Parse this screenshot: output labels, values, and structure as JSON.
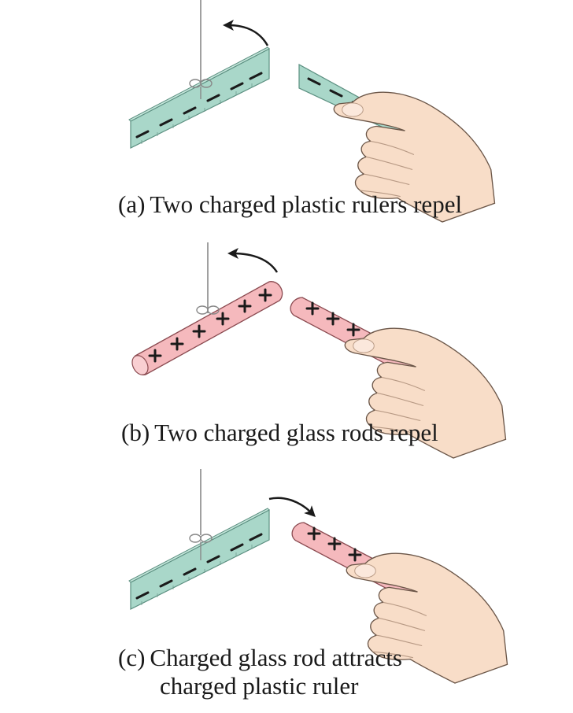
{
  "panels": [
    {
      "id": "a",
      "tag": "(a)",
      "caption": "Two charged plastic rulers repel",
      "left_object": "plastic-ruler",
      "left_charge": "-",
      "right_object": "plastic-ruler",
      "right_charge": "-",
      "interaction": "repel"
    },
    {
      "id": "b",
      "tag": "(b)",
      "caption": "Two charged glass rods repel",
      "left_object": "glass-rod",
      "left_charge": "+",
      "right_object": "glass-rod",
      "right_charge": "+",
      "interaction": "repel"
    },
    {
      "id": "c",
      "tag": "(c)",
      "caption_line1": "Charged glass rod attracts",
      "caption_line2": "charged plastic ruler",
      "left_object": "plastic-ruler",
      "left_charge": "-",
      "right_object": "glass-rod",
      "right_charge": "+",
      "interaction": "attract"
    }
  ],
  "colors": {
    "plastic_ruler": "#a9d7c9",
    "glass_rod": "#f5b9bd",
    "skin": "#f8ddc8",
    "outline": "#2a2a2a",
    "string": "#888888"
  },
  "icons": {
    "repel_arrow": "curved-arrow-left",
    "attract_arrow": "curved-arrow-right",
    "hand": "hand-icon"
  }
}
